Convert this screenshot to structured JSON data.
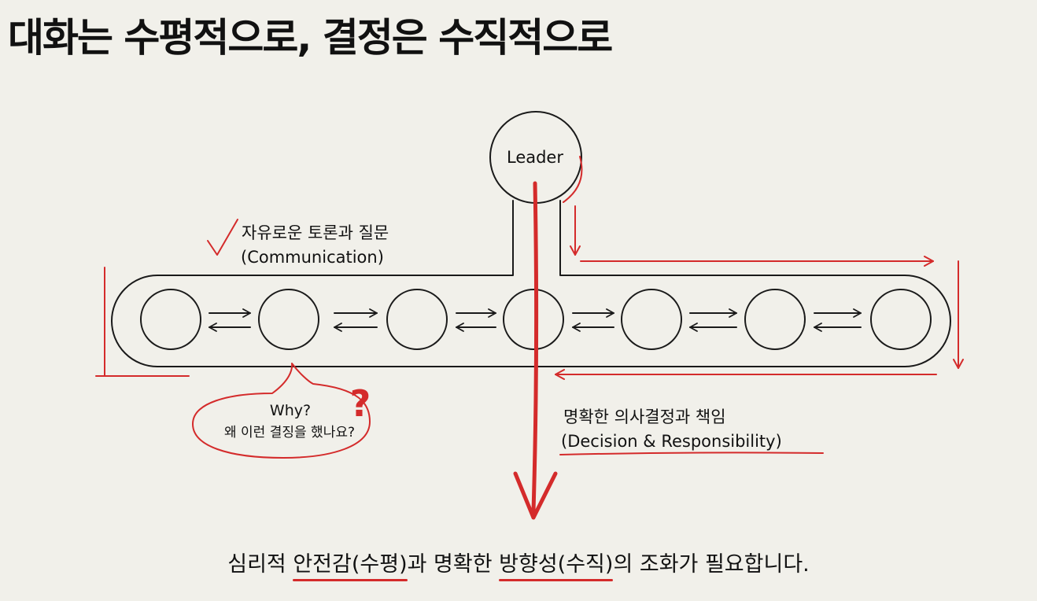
{
  "title": "대화는 수평적으로, 결정은 수직적으로",
  "leader": {
    "label": "Leader"
  },
  "communication": {
    "line1": "자유로운 토론과 질문",
    "line2": "(Communication)"
  },
  "question_bubble": {
    "line1": "Why?",
    "line2": "왜 이런 결징을 했나요?",
    "mark": "?"
  },
  "decision": {
    "line1": "명확한 의사결정과 책임",
    "line2": "(Decision & Responsibility)"
  },
  "team_member_count": 7,
  "footer": {
    "part1": "심리적 ",
    "highlight1": "안전감(수평)",
    "part2": "과 명확한 ",
    "highlight2": "방향성(수직)",
    "part3": "의 조화가 필요합니다."
  },
  "colors": {
    "background": "#f1f0ea",
    "ink": "#1a1a1a",
    "accent": "#d42b2b"
  }
}
